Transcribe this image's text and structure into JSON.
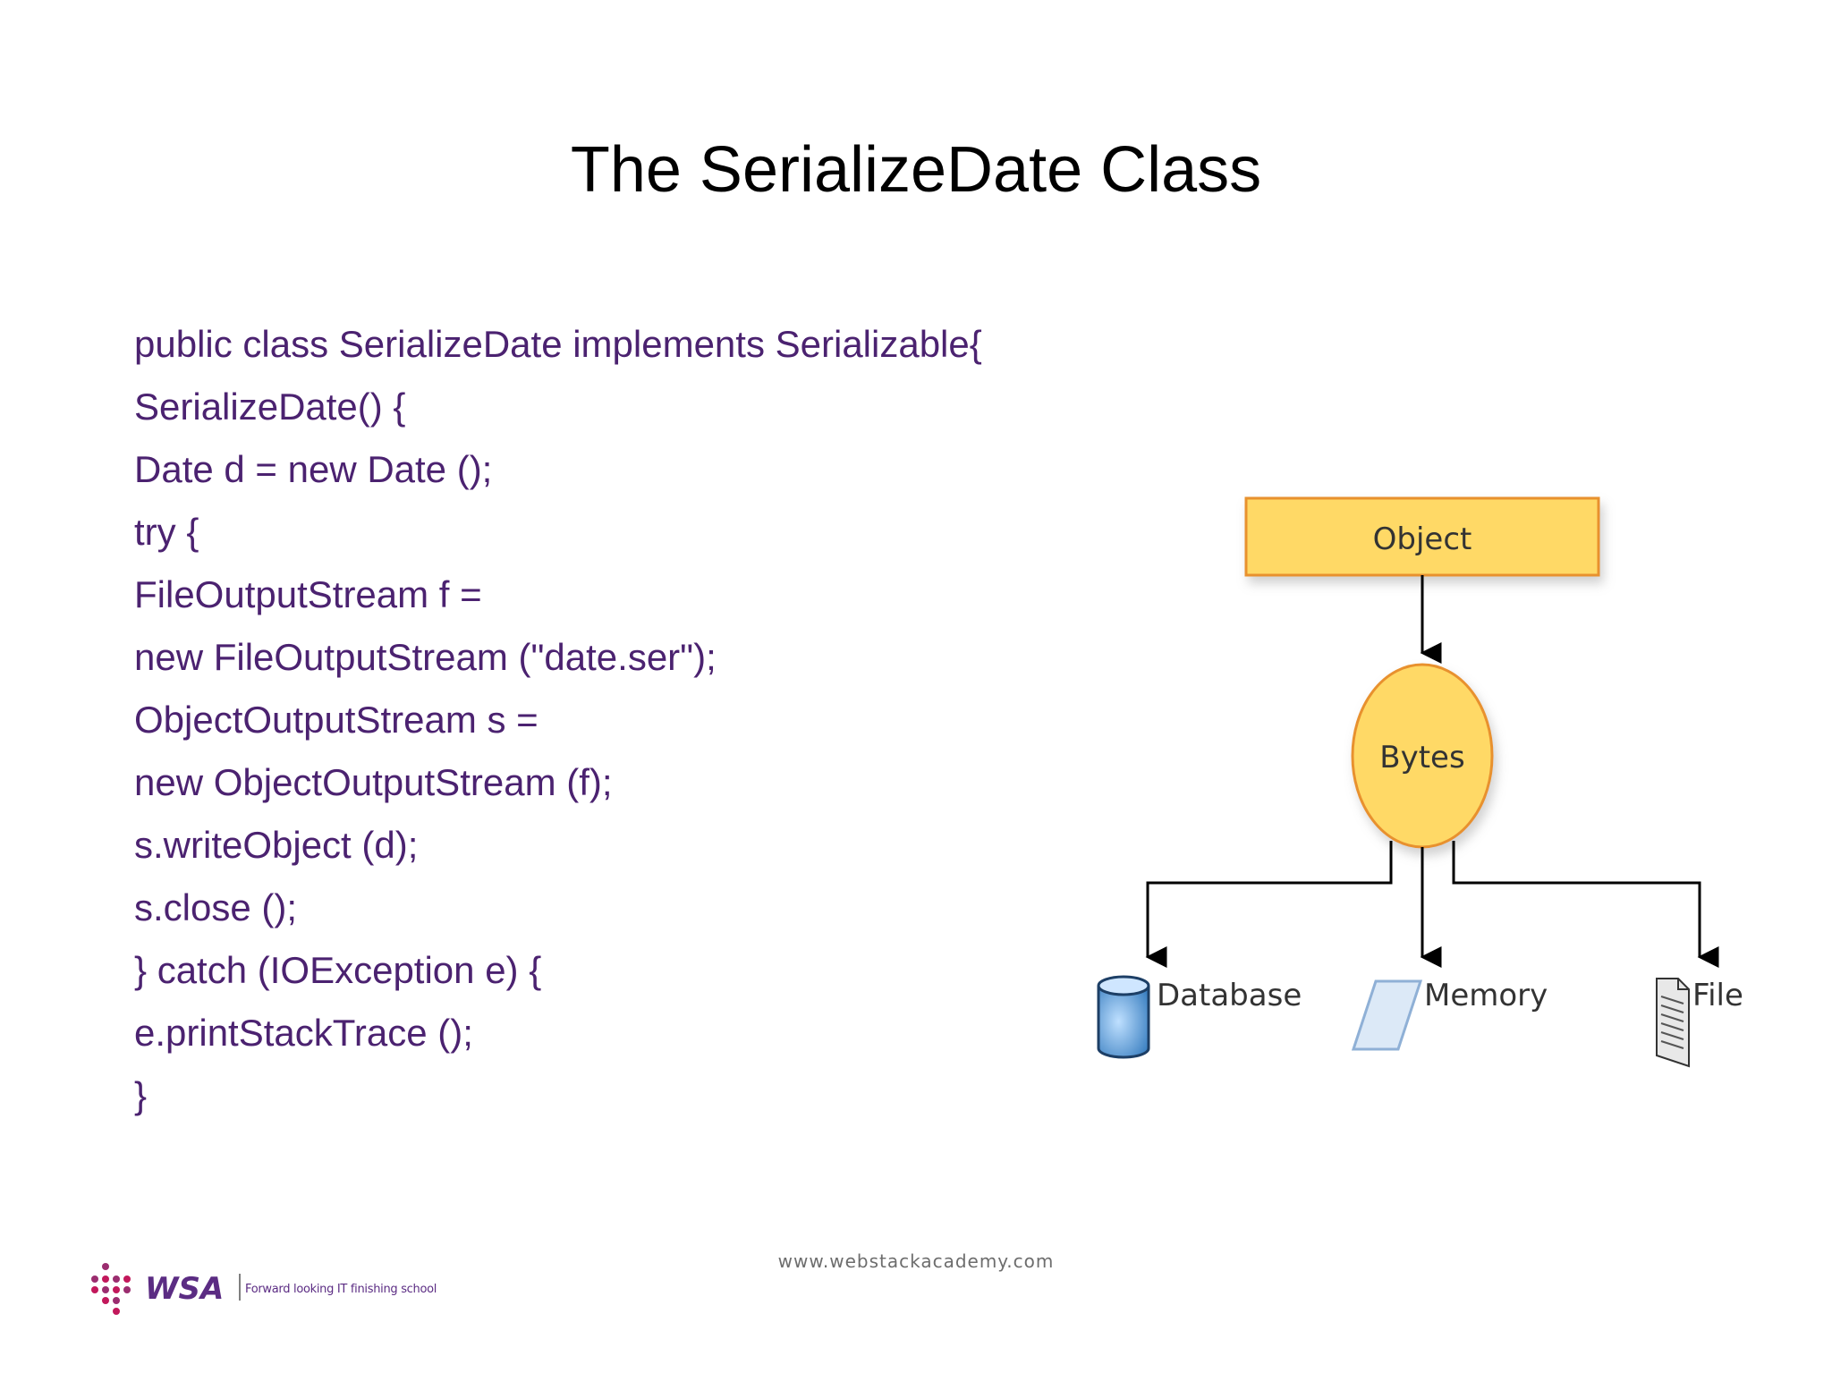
{
  "slide": {
    "title": "The SerializeDate Class",
    "code_lines": [
      "public class SerializeDate implements Serializable{",
      "SerializeDate() {",
      "Date d = new Date ();",
      "try {",
      "FileOutputStream f =",
      "new FileOutputStream (\"date.ser\");",
      "ObjectOutputStream s =",
      "new ObjectOutputStream (f);",
      "s.writeObject (d);",
      "s.close ();",
      "} catch (IOException e) {",
      "e.printStackTrace ();",
      "}"
    ],
    "code_color": "#4b2270"
  },
  "diagram": {
    "object_label": "Object",
    "bytes_label": "Bytes",
    "targets": {
      "database": "Database",
      "memory": "Memory",
      "file": "File"
    },
    "colors": {
      "fill": "#ffd966",
      "border": "#e8912e",
      "database": "#5b9bd5",
      "memory": "#dce9f7"
    }
  },
  "footer": {
    "url": "www.webstackacademy.com",
    "brand": "WSA",
    "tagline": "Forward looking IT finishing school"
  }
}
